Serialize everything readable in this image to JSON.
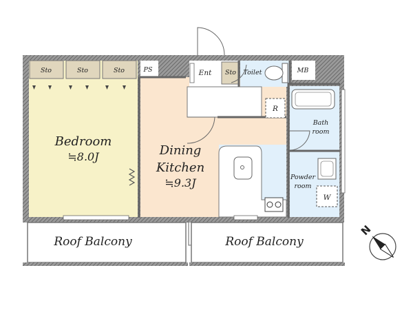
{
  "rooms": {
    "bedroom": {
      "name": "Bedroom",
      "size": "≒8.0J"
    },
    "dining": {
      "line1": "Dining",
      "line2": "Kitchen",
      "size": "≒9.3J"
    },
    "bath": {
      "line1": "Bath",
      "line2": "room"
    },
    "powder": {
      "line1": "Powder",
      "line2": "room"
    },
    "toilet": "Toilet",
    "entrance": "Ent",
    "storage": [
      "Sto",
      "Sto",
      "Sto",
      "Sto"
    ],
    "ps": "PS",
    "mb": "MB",
    "refrigerator": "R",
    "washer": "W"
  },
  "balconies": [
    "Roof Balcony",
    "Roof Balcony"
  ],
  "compass": {
    "label": "N"
  },
  "colors": {
    "bedroom": "#f7f2c8",
    "dining": "#fbe6cf",
    "wet": "#e1f0fb",
    "storage": "#e0d6bd",
    "wall": "#666666"
  }
}
